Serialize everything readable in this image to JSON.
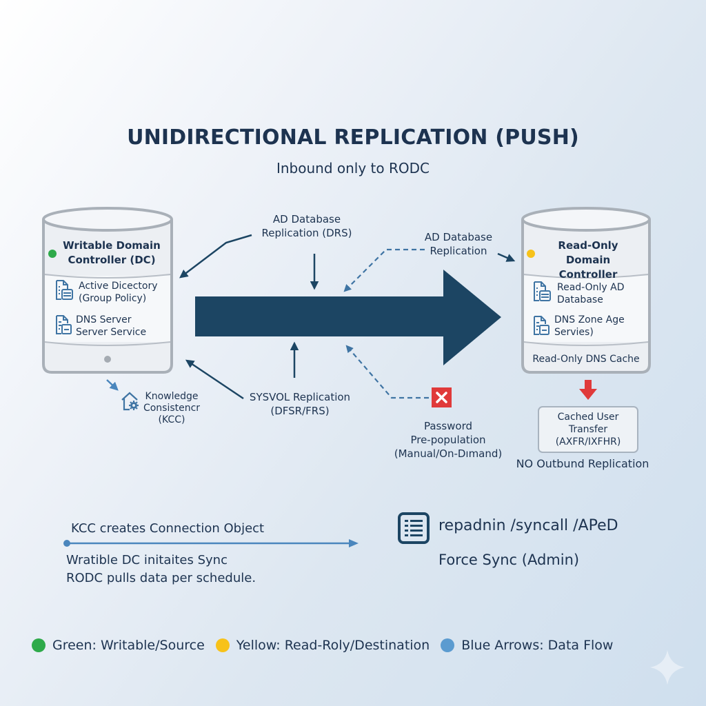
{
  "header": {
    "title": "UNIDIRECTIONAL REPLICATION (PUSH)",
    "subtitle": "Inbound only to RODC"
  },
  "colors": {
    "navy": "#1c4563",
    "text": "#1d3350",
    "dashed_blue": "#3f74a3",
    "green": "#2eaa4a",
    "yellow": "#f7c21a",
    "blue": "#5b9bd0",
    "red": "#e03a3a",
    "cylinder_border": "#a9b0b8"
  },
  "writable_dc": {
    "title_line1": "Writable Domain",
    "title_line2": "Controller (DC)",
    "status_color": "green",
    "items": [
      {
        "icon": "document-list-icon",
        "line1": "Active Dicectory",
        "line2": "(Group Policy)"
      },
      {
        "icon": "document-server-icon",
        "line1": "DNS Server",
        "line2": "Server Service"
      }
    ]
  },
  "rodc": {
    "title_line1": "Read-Only Domain",
    "title_line2": "Controller",
    "status_color": "yellow",
    "items": [
      {
        "icon": "document-list-icon",
        "line1": "Read-Only AD",
        "line2": "Database"
      },
      {
        "icon": "document-server-icon",
        "line1": "DNS Zone Age",
        "line2": "Servies)"
      }
    ],
    "footer": "Read-Only DNS Cache"
  },
  "labels": {
    "ad_drs_line1": "AD Database",
    "ad_drs_line2": "Replication (DRS)",
    "ad_repl_line1": "AD Database",
    "ad_repl_line2": "Replication",
    "sysvol_line1": "SYSVOL Replication",
    "sysvol_line2": "(DFSR/FRS)",
    "kcc_line1": "Knowledge",
    "kcc_line2": "Consistencr",
    "kcc_line3": "(KCC)",
    "password_line1": "Password",
    "password_line2": "Pre-population",
    "password_line3": "(Manual/On-Dımand)"
  },
  "cached_box": {
    "line1": "Cached User",
    "line2": "Transfer",
    "line3": "(AXFR/IXFHR)"
  },
  "no_outbound": "NO Outbund Replication",
  "timeline": {
    "top_label": "KCC creates Connection Object",
    "line1": "Wratible DC initaites Sync",
    "line2": "RODC pulls data per schedule."
  },
  "command": {
    "icon": "list-window-icon",
    "text": "repadnin /syncall /APeD",
    "caption": "Force Sync (Admin)"
  },
  "legend": [
    {
      "color": "#2eaa4a",
      "label": "Green: Writable/Source"
    },
    {
      "color": "#f7c21a",
      "label": "Yellow: Read-Roly/Destination"
    },
    {
      "color": "#5b9bd0",
      "label": "Blue Arrows: Data Flow"
    }
  ]
}
